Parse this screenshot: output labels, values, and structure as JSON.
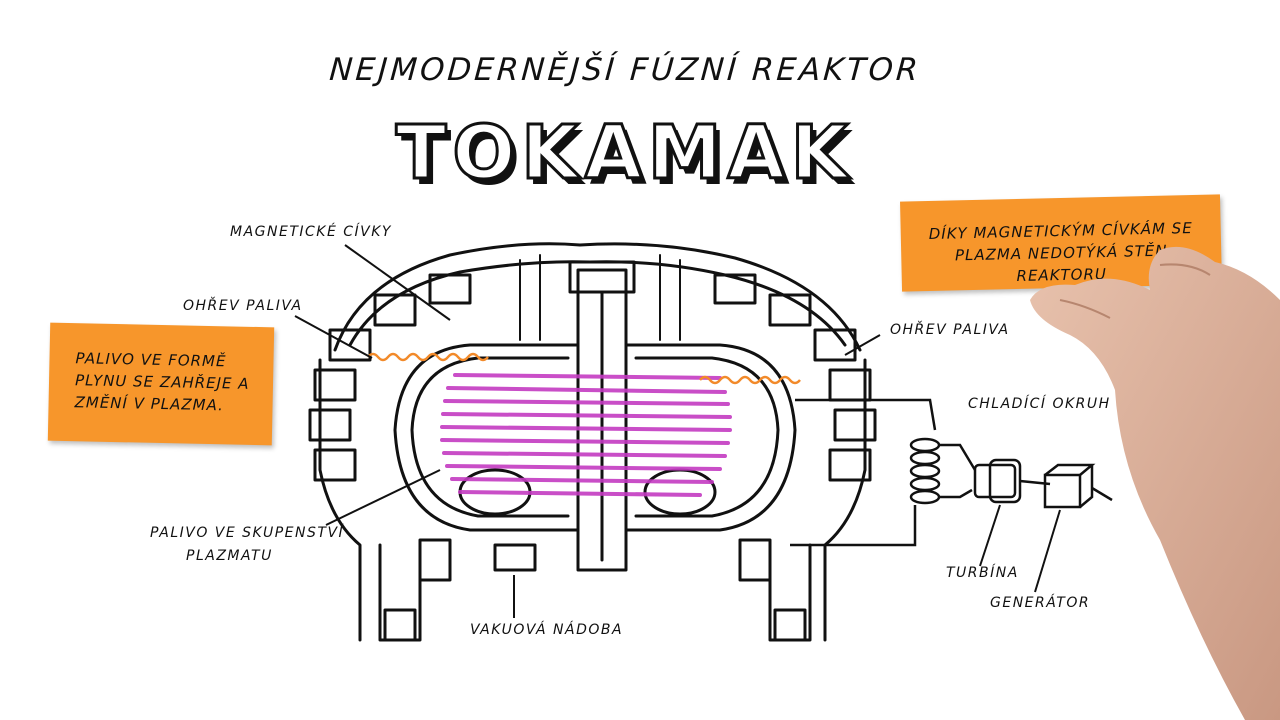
{
  "title": {
    "subtitle": "NEJMODERNĚJŠÍ FÚZNÍ REAKTOR",
    "main": "TOKAMAK"
  },
  "notes": {
    "left": "PALIVO VE FORMĚ PLYNU SE ZAHŘEJE A ZMĚNÍ V PLAZMA.",
    "right": "DÍKY MAGNETICKÝM CÍVKÁM SE PLAZMA NEDOTÝKÁ STĚN REAKTORU"
  },
  "labels": {
    "magnetic_coils": "MAGNETICKÉ CÍVKY",
    "fuel_heating_left": "OHŘEV PALIVA",
    "fuel_heating_right": "OHŘEV PALIVA",
    "cooling_circuit": "CHLADÍCÍ OKRUH",
    "plasma_fuel_line1": "PALIVO VE SKUPENSTVÍ",
    "plasma_fuel_line2": "PLAZMATU",
    "vacuum_vessel": "VAKUOVÁ NÁDOBA",
    "turbine": "TURBÍNA",
    "generator": "GENERÁTOR"
  },
  "colors": {
    "note_background": "#f7962b",
    "plasma": "#c43bc2",
    "heating_wave": "#f28a2a",
    "ink": "#111111"
  }
}
